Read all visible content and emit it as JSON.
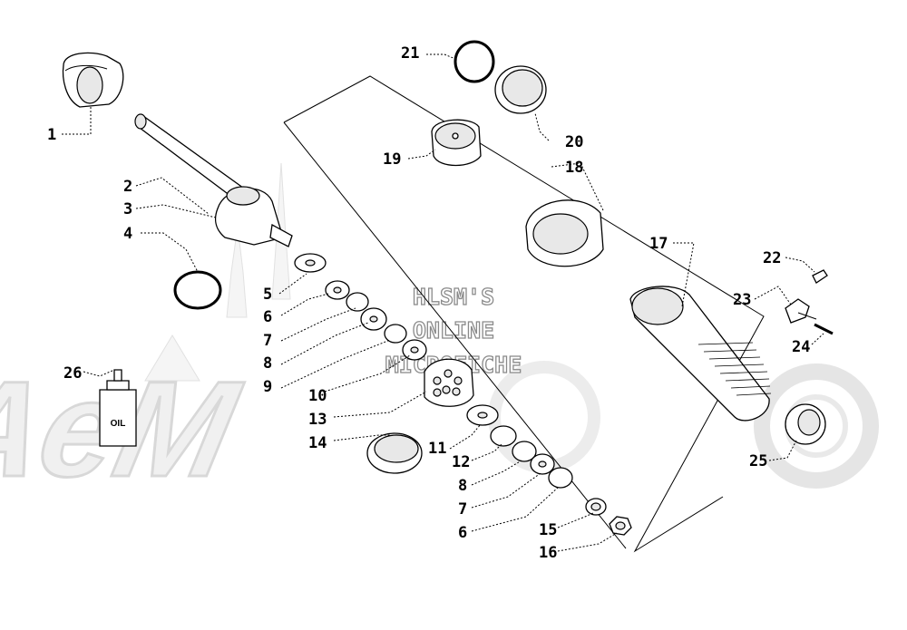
{
  "watermark": {
    "lines": [
      "HLSM'S",
      "ONLINE",
      "MICROFICHE"
    ]
  },
  "oil_label": "OIL",
  "callouts": [
    "1",
    "2",
    "3",
    "4",
    "5",
    "6",
    "7",
    "8",
    "9",
    "10",
    "13",
    "14",
    "11",
    "12",
    "8",
    "7",
    "6",
    "15",
    "16",
    "21",
    "19",
    "20",
    "18",
    "17",
    "22",
    "23",
    "24",
    "25",
    "26"
  ]
}
